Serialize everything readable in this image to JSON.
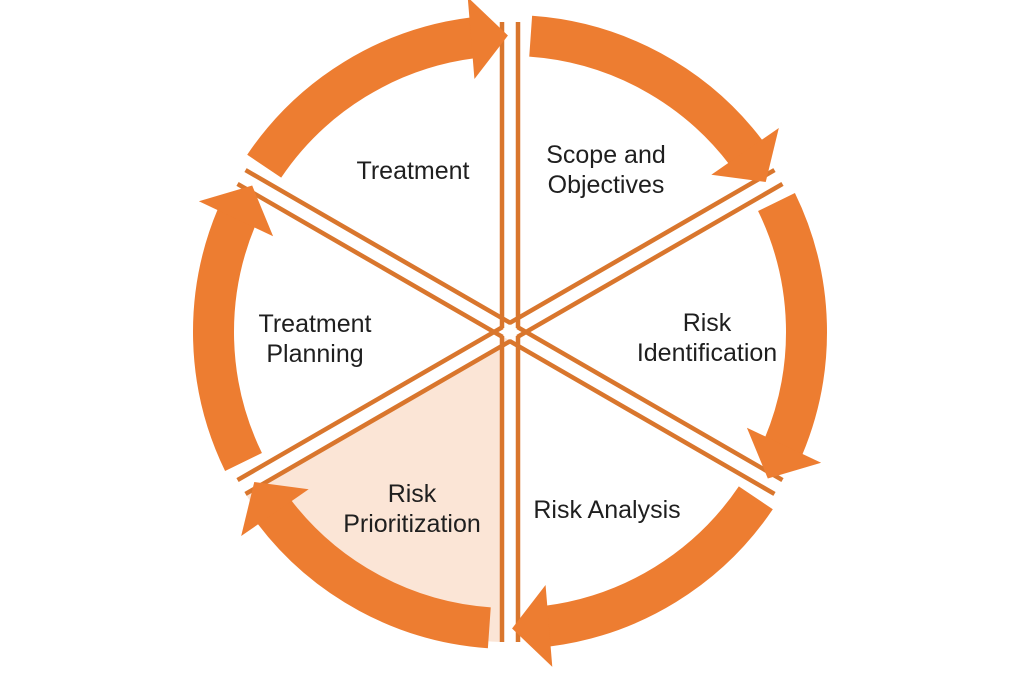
{
  "diagram": {
    "type": "circular-process-cycle",
    "flow_direction": "clockwise",
    "colors": {
      "accent": "#ED7D31",
      "sector_line": "#D9762D",
      "highlight_fill": "#FBE5D6",
      "background": "#FFFFFF",
      "text": "#1F1F1F"
    },
    "segments": [
      {
        "id": "scope-and-objectives",
        "label": "Scope and\nObjectives",
        "highlighted": false
      },
      {
        "id": "risk-identification",
        "label": "Risk\nIdentification",
        "highlighted": false
      },
      {
        "id": "risk-analysis",
        "label": "Risk Analysis",
        "highlighted": false
      },
      {
        "id": "risk-prioritization",
        "label": "Risk\nPrioritization",
        "highlighted": true
      },
      {
        "id": "treatment-planning",
        "label": "Treatment\nPlanning",
        "highlighted": false
      },
      {
        "id": "treatment",
        "label": "Treatment",
        "highlighted": false
      }
    ]
  }
}
